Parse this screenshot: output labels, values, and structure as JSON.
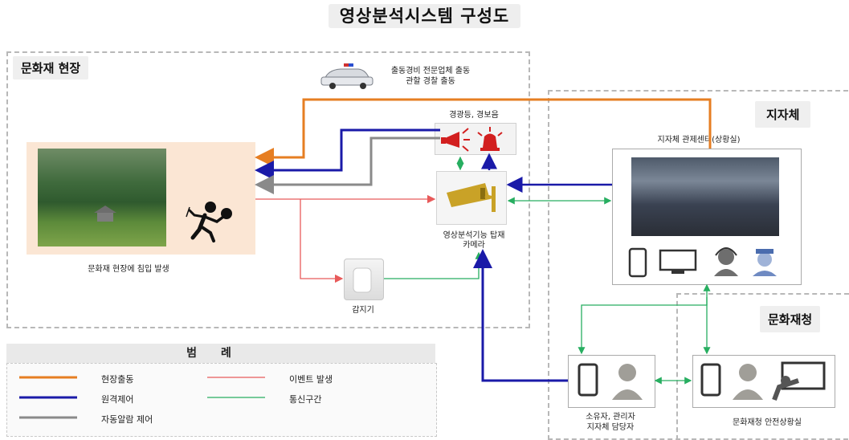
{
  "title": "영상분석시스템 구성도",
  "regions": {
    "site": "문화재 현장",
    "local_gov": "지자체",
    "cha": "문화재청"
  },
  "police": {
    "line1": "출동경비 전문업체 출동",
    "line2": "관할 경찰 출동"
  },
  "alarm_label": "경광등, 경보음",
  "site_caption": "문화재 현장에 침입 발생",
  "camera_label": {
    "line1": "영상분석기능 탑재",
    "line2": "카메라"
  },
  "sensor_label": "감지기",
  "control_center_label": "지자체 관제센터(상황실)",
  "owner_label": {
    "line1": "소유자, 관리자",
    "line2": "지자체 담당자"
  },
  "cha_room_label": "문화재청 안전상황실",
  "legend": {
    "title": "범례",
    "items": [
      {
        "label": "현장출동",
        "color": "#e67e22"
      },
      {
        "label": "원격제어",
        "color": "#1a1aa8"
      },
      {
        "label": "자동알람 제어",
        "color": "#8a8a8a"
      },
      {
        "label": "이벤트 발생",
        "color": "#e85a5a"
      },
      {
        "label": "통신구간",
        "color": "#27ae60"
      }
    ]
  },
  "icons": [
    "police-car-icon",
    "siren-icon",
    "warning-light-icon",
    "intruder-icon",
    "cctv-camera-icon",
    "smartphone-icon",
    "monitor-icon",
    "operator-headset-icon",
    "security-guard-icon",
    "person-icon",
    "presenter-board-icon"
  ]
}
